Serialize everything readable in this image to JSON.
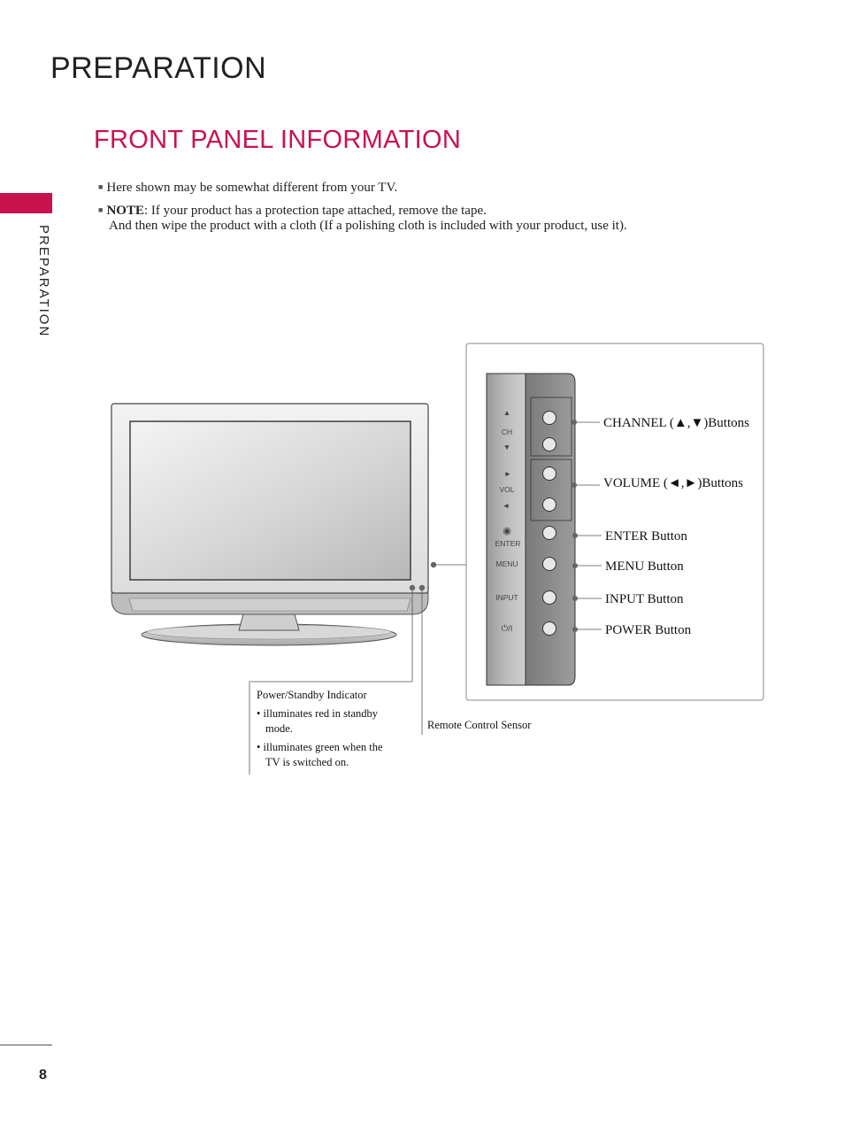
{
  "header": {
    "title": "PREPARATION"
  },
  "section": {
    "title": "FRONT PANEL INFORMATION"
  },
  "sidebar": {
    "label": "PREPARATION"
  },
  "notes": {
    "note1": "Here shown may be somewhat different from your TV.",
    "note2_bold": "NOTE",
    "note2_text": ": If your product has a protection tape attached, remove the tape.",
    "note2_cont": "And then wipe the product with a cloth (If a polishing cloth is included with your product, use it)."
  },
  "panel": {
    "labels": {
      "ch_up": "▲",
      "ch": "CH",
      "ch_down": "▼",
      "vol_right": "►",
      "vol": "VOL",
      "vol_left": "◄",
      "enter_symbol": "◉",
      "enter": "ENTER",
      "menu": "MENU",
      "input": "INPUT",
      "power": "⏻/I"
    }
  },
  "callouts": {
    "channel": "CHANNEL (▲,▼)Buttons",
    "volume": "VOLUME (◄,►)Buttons",
    "enter": "ENTER Button",
    "menu": "MENU Button",
    "input": "INPUT Button",
    "power": "POWER Button",
    "remote_sensor": "Remote Control Sensor"
  },
  "indicator": {
    "title": "Power/Standby Indicator",
    "bullet1_line1": "• illuminates red in standby",
    "bullet1_line2": "mode.",
    "bullet2_line1": "• illuminates green when the",
    "bullet2_line2": "TV is switched on."
  },
  "footer": {
    "page_number": "8"
  }
}
